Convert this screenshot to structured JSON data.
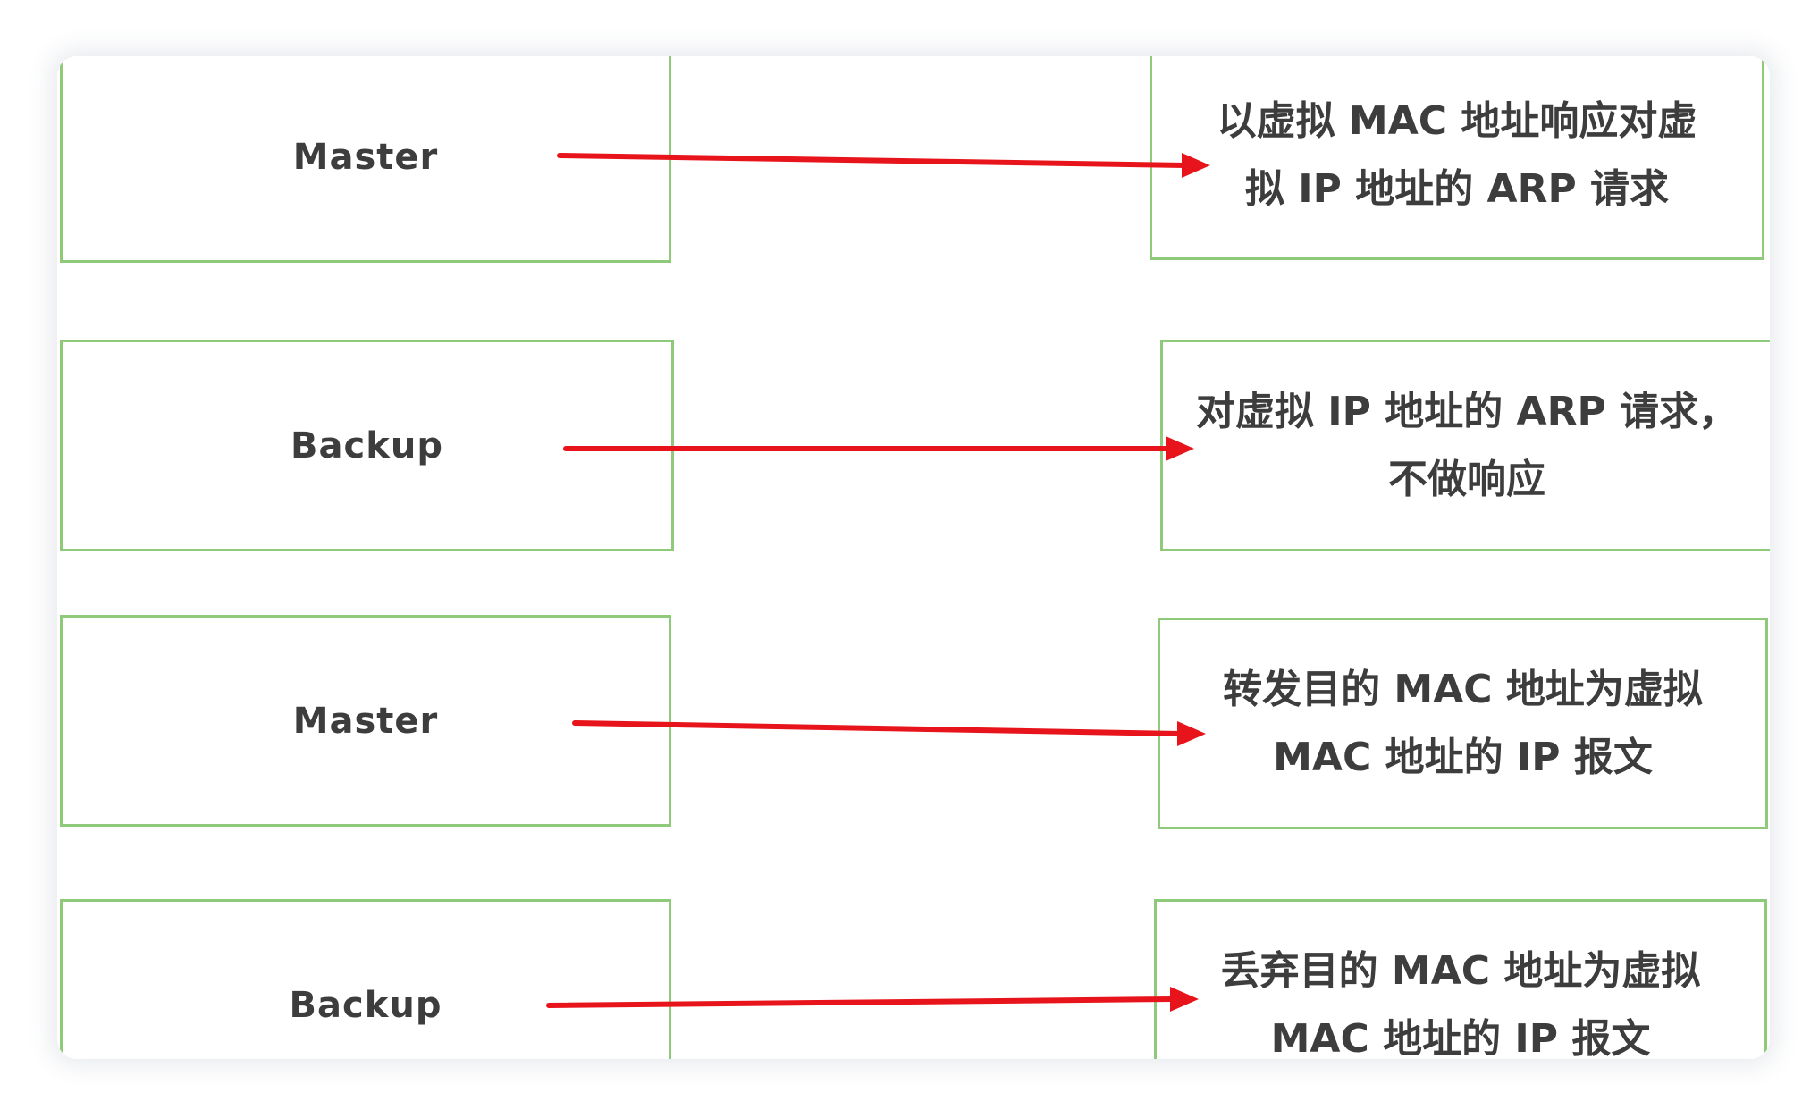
{
  "rows": [
    {
      "role": "Master",
      "description": "以虚拟 MAC 地址响应对虚\n拟 IP 地址的 ARP 请求"
    },
    {
      "role": "Backup",
      "description": "对虚拟 IP 地址的 ARP 请求，\n不做响应"
    },
    {
      "role": "Master",
      "description": "转发目的 MAC 地址为虚拟\nMAC 地址的 IP 报文"
    },
    {
      "role": "Backup",
      "description": "丢弃目的 MAC 地址为虚拟\nMAC 地址的 IP 报文"
    }
  ],
  "colors": {
    "box_border": "#8fca7a",
    "arrow": "#e8141b",
    "text": "#3d3d3d"
  }
}
